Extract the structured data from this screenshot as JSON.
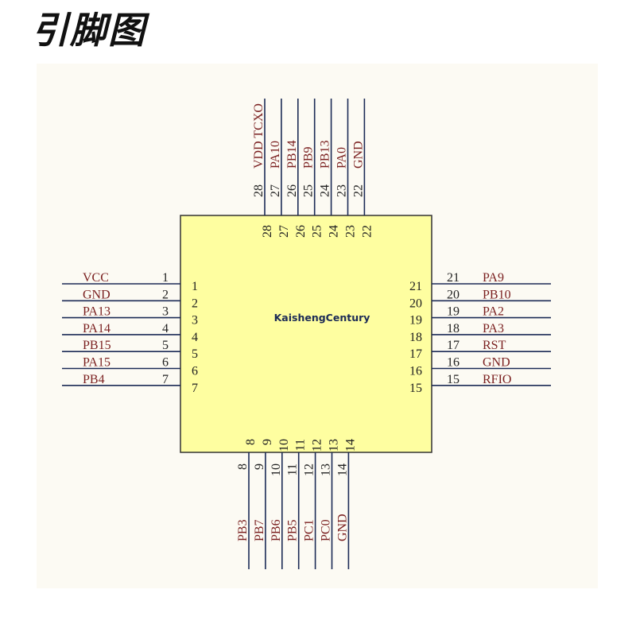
{
  "title": "引脚图",
  "chip": {
    "label": "KaishengCentury",
    "colors": {
      "body": "#fefea0",
      "outline": "#333333",
      "wire": "#1c2b56",
      "label": "#7a1f1f",
      "number": "#222222"
    }
  },
  "pins": {
    "left": [
      {
        "num": "1",
        "name": "VCC"
      },
      {
        "num": "2",
        "name": "GND"
      },
      {
        "num": "3",
        "name": "PA13"
      },
      {
        "num": "4",
        "name": "PA14"
      },
      {
        "num": "5",
        "name": "PB15"
      },
      {
        "num": "6",
        "name": "PA15"
      },
      {
        "num": "7",
        "name": "PB4"
      }
    ],
    "bottom": [
      {
        "num": "8",
        "name": "PB3"
      },
      {
        "num": "9",
        "name": "PB7"
      },
      {
        "num": "10",
        "name": "PB6"
      },
      {
        "num": "11",
        "name": "PB5"
      },
      {
        "num": "12",
        "name": "PC1"
      },
      {
        "num": "13",
        "name": "PC0"
      },
      {
        "num": "14",
        "name": "GND"
      }
    ],
    "right": [
      {
        "num": "21",
        "name": "PA9"
      },
      {
        "num": "20",
        "name": "PB10"
      },
      {
        "num": "19",
        "name": "PA2"
      },
      {
        "num": "18",
        "name": "PA3"
      },
      {
        "num": "17",
        "name": "RST"
      },
      {
        "num": "16",
        "name": "GND"
      },
      {
        "num": "15",
        "name": "RFIO"
      }
    ],
    "top": [
      {
        "num": "28",
        "name": "VDD  TCXO"
      },
      {
        "num": "27",
        "name": "PA10"
      },
      {
        "num": "26",
        "name": "PB14"
      },
      {
        "num": "25",
        "name": "PB9"
      },
      {
        "num": "24",
        "name": "PB13"
      },
      {
        "num": "23",
        "name": "PA0"
      },
      {
        "num": "22",
        "name": "GND"
      }
    ]
  }
}
